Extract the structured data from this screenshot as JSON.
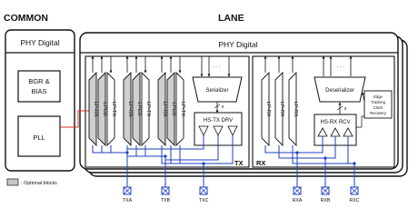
{
  "headings": {
    "common": "COMMON",
    "lane": "LANE"
  },
  "common": {
    "title": "PHY Digital",
    "blocks": {
      "bgr": [
        "BGR &",
        "BIAS"
      ],
      "pll": "PLL"
    }
  },
  "lane": {
    "title": "PHY Digital",
    "tx": {
      "label": "TX",
      "lanes": [
        [
          "LP-RX",
          "LPCD",
          "LP-TX"
        ],
        [
          "LP-RX",
          "LPCD",
          "LP-TX"
        ],
        [
          "LP-RX",
          "LPCD",
          "LP-TX"
        ]
      ],
      "serializer": "Serializer",
      "driver": "HS-TX DRV",
      "dots": "· · ·",
      "bus_width": "8"
    },
    "rx": {
      "label": "RX",
      "lanes": [
        "LP-RX",
        "LP-RX",
        "LP-RX"
      ],
      "deserializer": "Deserializer",
      "receiver": "HS-RX RCV",
      "cdr": [
        "Edge",
        "Tracking",
        "Clock",
        "Recovery"
      ],
      "dots": "· · ·",
      "bus_width": "8"
    }
  },
  "pins": [
    "TXA",
    "TXB",
    "TXC",
    "RXA",
    "RXB",
    "RXC"
  ],
  "legend": {
    "text": ": Optional blocks",
    "swatch_color": "#c8c8c8"
  },
  "colors": {
    "line": "#111111",
    "pin_wire": "#1f3fbf",
    "pll_wire": "#d03020",
    "optional_fill": "#cfcfcf"
  }
}
